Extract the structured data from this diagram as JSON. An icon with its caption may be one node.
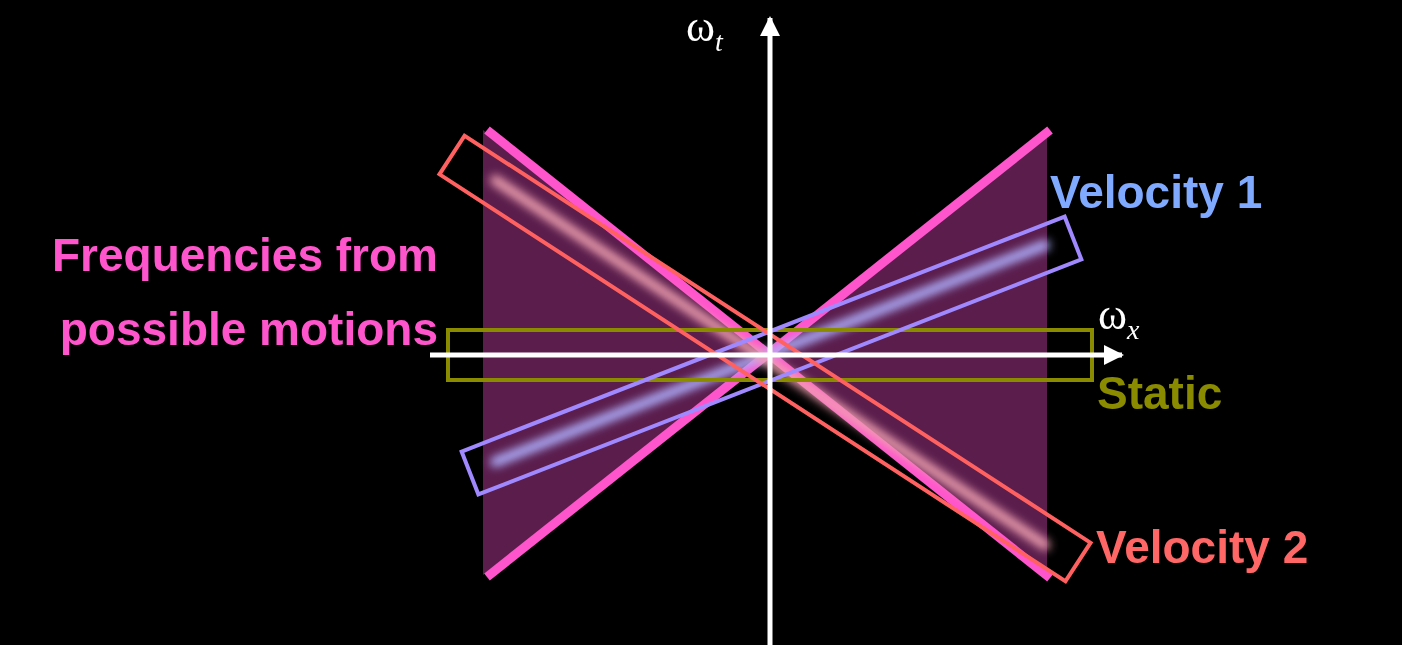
{
  "diagram": {
    "labels": [
      "ω$_{t}$",
      "Velocity 1",
      "Frequencies from possible motions",
      "ω$_{x}$",
      "Static",
      "Velocity 2"
    ]
  }
}
